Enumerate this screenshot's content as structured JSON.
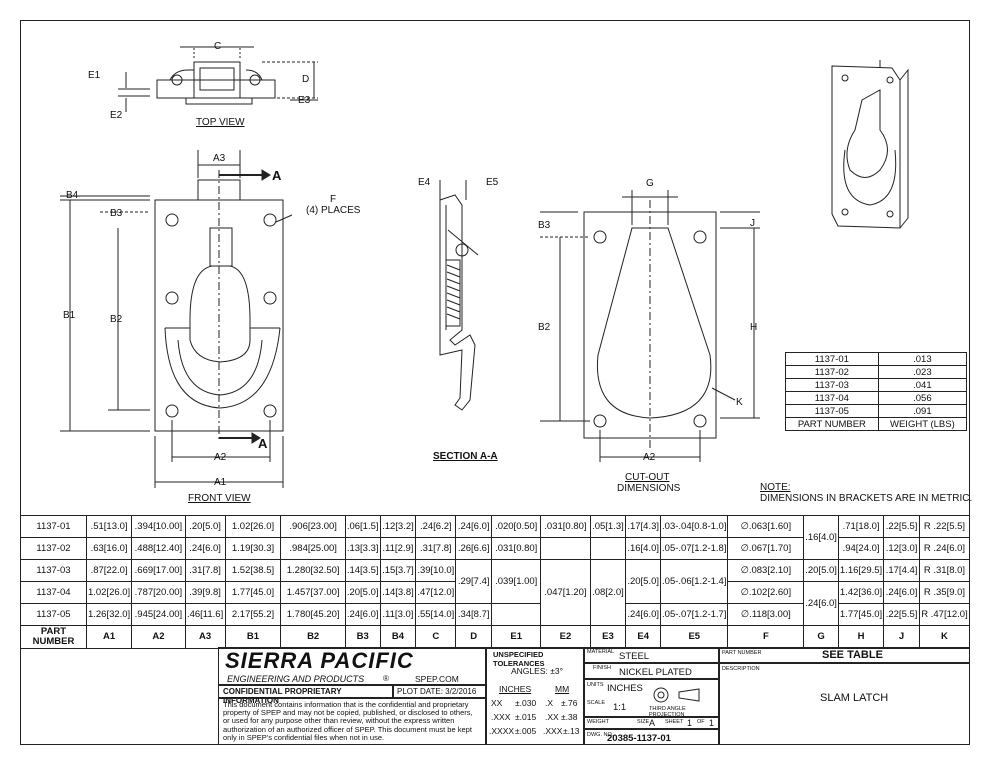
{
  "views": {
    "top_view_label": "TOP VIEW",
    "front_view_label": "FRONT VIEW",
    "section_label": "SECTION A-A",
    "cutout_label_1": "CUT-OUT",
    "cutout_label_2": "DIMENSIONS"
  },
  "dim_labels": {
    "C": "C",
    "D": "D",
    "E1": "E1",
    "E2": "E2",
    "E3": "E3",
    "E4": "E4",
    "E5": "E5",
    "A1": "A1",
    "A2": "A2",
    "A3": "A3",
    "B1": "B1",
    "B2": "B2",
    "B3": "B3",
    "B4": "B4",
    "F": "F",
    "F_places": "(4) PLACES",
    "G": "G",
    "H": "H",
    "J": "J",
    "K": "K",
    "section_arrow": "A"
  },
  "note": {
    "title": "NOTE:",
    "text": "DIMENSIONS IN BRACKETS ARE IN METRIC."
  },
  "weight_table": {
    "rows": [
      [
        "1137-01",
        ".013"
      ],
      [
        "1137-02",
        ".023"
      ],
      [
        "1137-03",
        ".041"
      ],
      [
        "1137-04",
        ".056"
      ],
      [
        "1137-05",
        ".091"
      ]
    ],
    "header": [
      "PART NUMBER",
      "WEIGHT (LBS)"
    ]
  },
  "dim_table": {
    "headers": [
      "PART NUMBER",
      "A1",
      "A2",
      "A3",
      "B1",
      "B2",
      "B3",
      "B4",
      "C",
      "D",
      "E1",
      "E2",
      "E3",
      "E4",
      "E5",
      "F",
      "G",
      "H",
      "J",
      "K"
    ],
    "r1": [
      "1137-01",
      ".51[13.0]",
      ".394[10.00]",
      ".20[5.0]",
      "1.02[26.0]",
      ".906[23.00]",
      ".06[1.5]",
      ".12[3.2]",
      ".24[6.2]",
      ".24[6.0]",
      ".020[0.50]",
      ".031[0.80]",
      ".05[1.3]",
      ".17[4.3]",
      ".03-.04[0.8-1.0]",
      "∅.063[1.60]",
      ".16[4.0]",
      ".71[18.0]",
      ".22[5.5]",
      "R .22[5.5]"
    ],
    "r2": [
      "1137-02",
      ".63[16.0]",
      ".488[12.40]",
      ".24[6.0]",
      "1.19[30.3]",
      ".984[25.00]",
      ".13[3.3]",
      ".11[2.9]",
      ".31[7.8]",
      ".26[6.6]",
      ".031[0.80]",
      ".16[4.0]",
      ".05-.07[1.2-1.8]",
      "∅.067[1.70]",
      ".94[24.0]",
      ".12[3.0]",
      "R .24[6.0]"
    ],
    "r3": [
      "1137-03",
      ".87[22.0]",
      ".669[17.00]",
      ".31[7.8]",
      "1.52[38.5]",
      "1.280[32.50]",
      ".14[3.5]",
      ".15[3.7]",
      ".39[10.0]",
      ".29[7.4]",
      ".039[1.00]",
      ".047[1.20]",
      ".08[2.0]",
      ".20[5.0]",
      ".05-.06[1.2-1.4]",
      "∅.083[2.10]",
      ".20[5.0]",
      "1.16[29.5]",
      ".17[4.4]",
      "R .31[8.0]"
    ],
    "r4": [
      "1137-04",
      "1.02[26.0]",
      ".787[20.00]",
      ".39[9.8]",
      "1.77[45.0]",
      "1.457[37.00]",
      ".20[5.0]",
      ".14[3.8]",
      ".47[12.0]",
      "∅.102[2.60]",
      ".24[6.0]",
      "1.42[36.0]",
      ".24[6.0]",
      "R .35[9.0]"
    ],
    "r5": [
      "1137-05",
      "1.26[32.0]",
      ".945[24.00]",
      ".46[11.6]",
      "2.17[55.2]",
      "1.780[45.20]",
      ".24[6.0]",
      ".11[3.0]",
      ".55[14.0]",
      ".34[8.7]",
      ".24[6.0]",
      ".05-.07[1.2-1.7]",
      "∅.118[3.00]",
      "1.77[45.0]",
      ".22[5.5]",
      "R .47[12.0]"
    ]
  },
  "title_block": {
    "company": "SIERRA PACIFIC",
    "company_sub": "ENGINEERING AND PRODUCTS",
    "registered": "®",
    "website": "SPEP.COM",
    "confidential": "CONFIDENTIAL PROPRIETARY INFORMATION",
    "plot_date": "PLOT DATE:  3/2/2016",
    "legal": "This document contains information that is the confidential and proprietary property of SPEP and may not be copied, published, or disclosed to others, or used for any purpose  other than review, without the express written authorization of an authorized officer of SPEP. This document must be kept only in SPEP's confidential files when not in use.",
    "tol_title": "UNSPECIFIED TOLERANCES",
    "angles": "ANGLES: ±3°",
    "inches_h": "INCHES",
    "mm_h": "MM",
    "tol_rows": [
      [
        "XX",
        "±.030",
        ".X",
        "±.76"
      ],
      [
        ".XXX",
        "±.015",
        ".XX",
        "±.38"
      ],
      [
        ".XXXX",
        "±.005",
        ".XXX",
        "±.13"
      ]
    ],
    "material_label": "MATERIAL",
    "material": "STEEL",
    "finish_label": "FINISH",
    "finish": "NICKEL PLATED",
    "units_label": "UNITS",
    "units": "INCHES",
    "scale_label": "SCALE",
    "scale": "1:1",
    "projection": "THIRD ANGLE PROJECTION",
    "weight_label": "WEIGHT",
    "size_label": "SIZE",
    "size": "A",
    "sheet_label": "SHEET",
    "sheet_no": "1",
    "of_label": "OF",
    "sheet_total": "1",
    "dwg_label": "DWG. NO.",
    "dwg_no": "20385-1137-01",
    "part_no_label": "PART NUMBER",
    "part_no": "SEE TABLE",
    "desc_label": "DESCRIPTION",
    "desc": "SLAM LATCH"
  }
}
